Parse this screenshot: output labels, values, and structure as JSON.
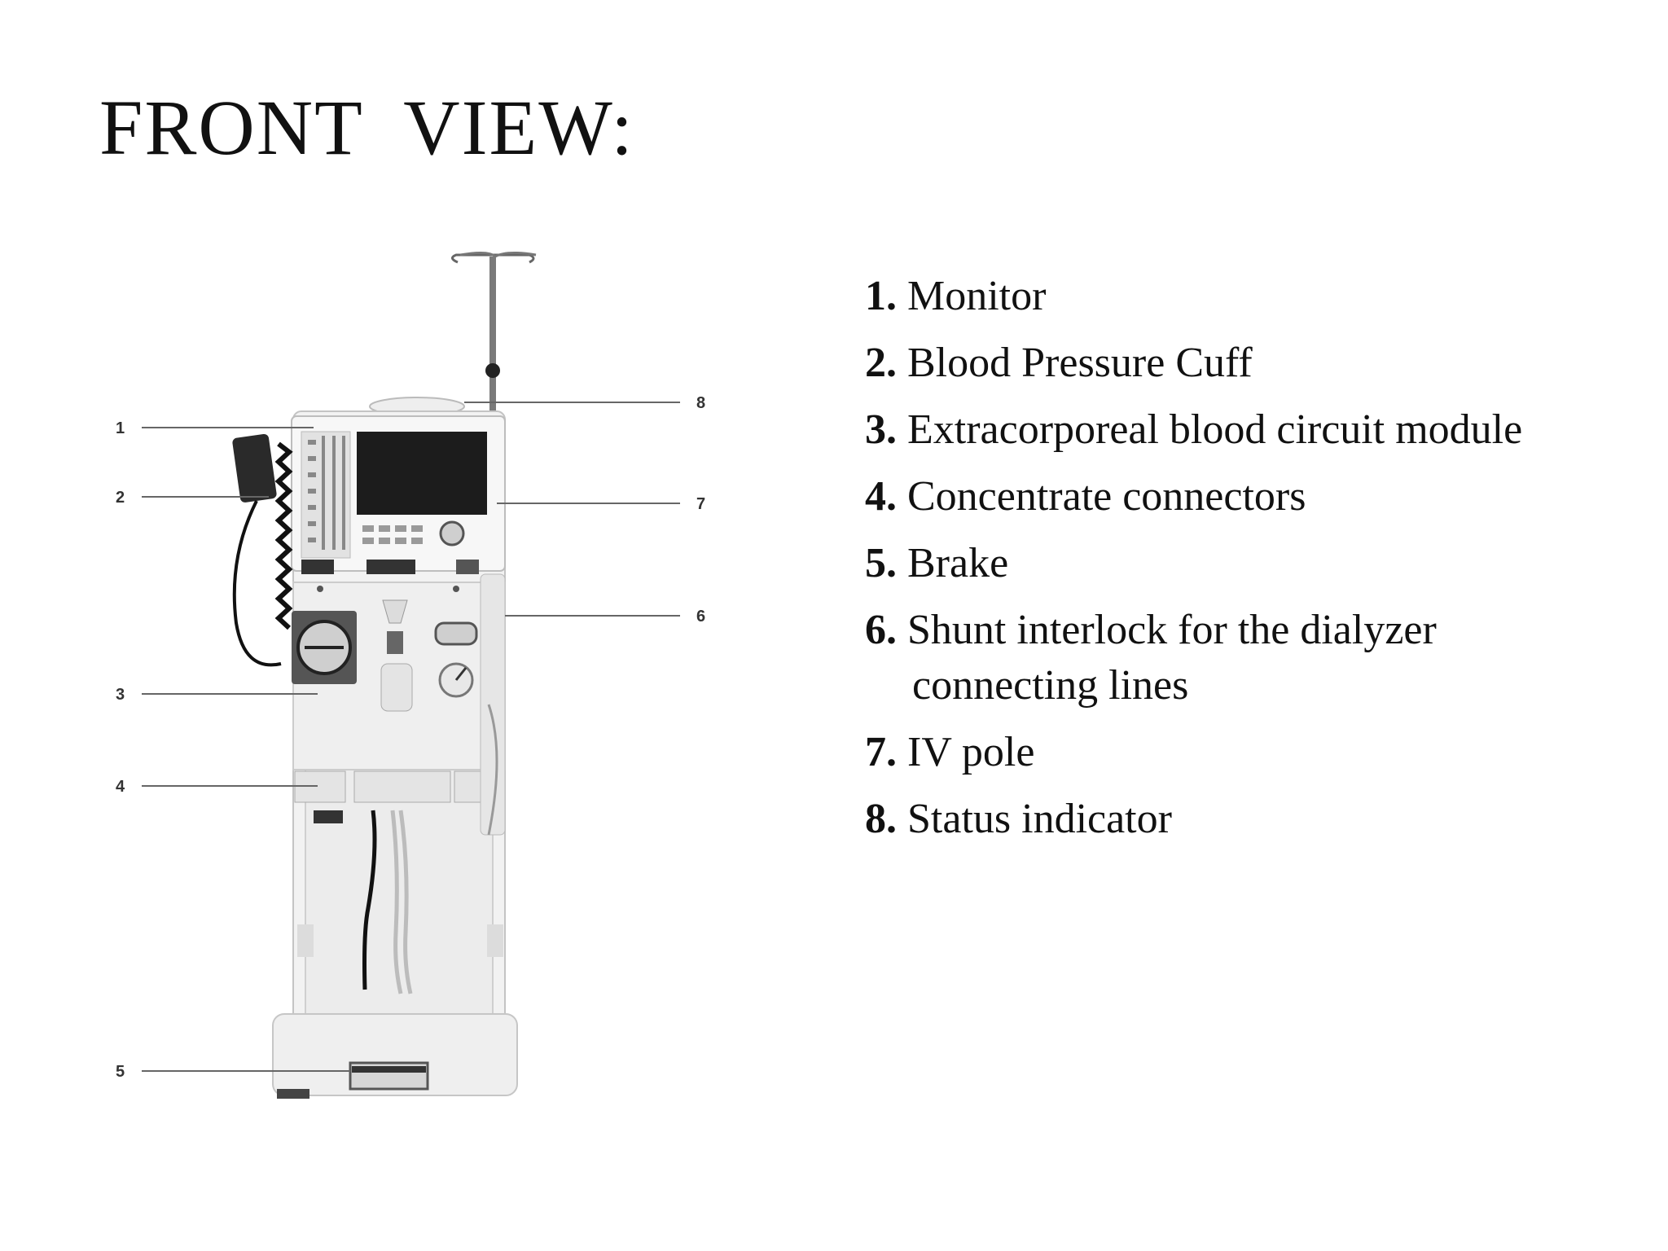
{
  "slide": {
    "title": "FRONT  VIEW:"
  },
  "diagram": {
    "callouts": [
      "1",
      "2",
      "3",
      "4",
      "5",
      "6",
      "7",
      "8"
    ]
  },
  "legend": {
    "items": [
      {
        "number": "1.",
        "label": "Monitor"
      },
      {
        "number": "2.",
        "label": "Blood Pressure Cuff"
      },
      {
        "number": "3.",
        "label": "Extracorporeal blood circuit module"
      },
      {
        "number": "4.",
        "label": "Concentrate connectors"
      },
      {
        "number": "5.",
        "label": "Brake"
      },
      {
        "number": "6.",
        "label": "Shunt interlock for the dialyzer connecting lines"
      },
      {
        "number": "7.",
        "label": "IV pole"
      },
      {
        "number": "8.",
        "label": "Status indicator"
      }
    ]
  }
}
